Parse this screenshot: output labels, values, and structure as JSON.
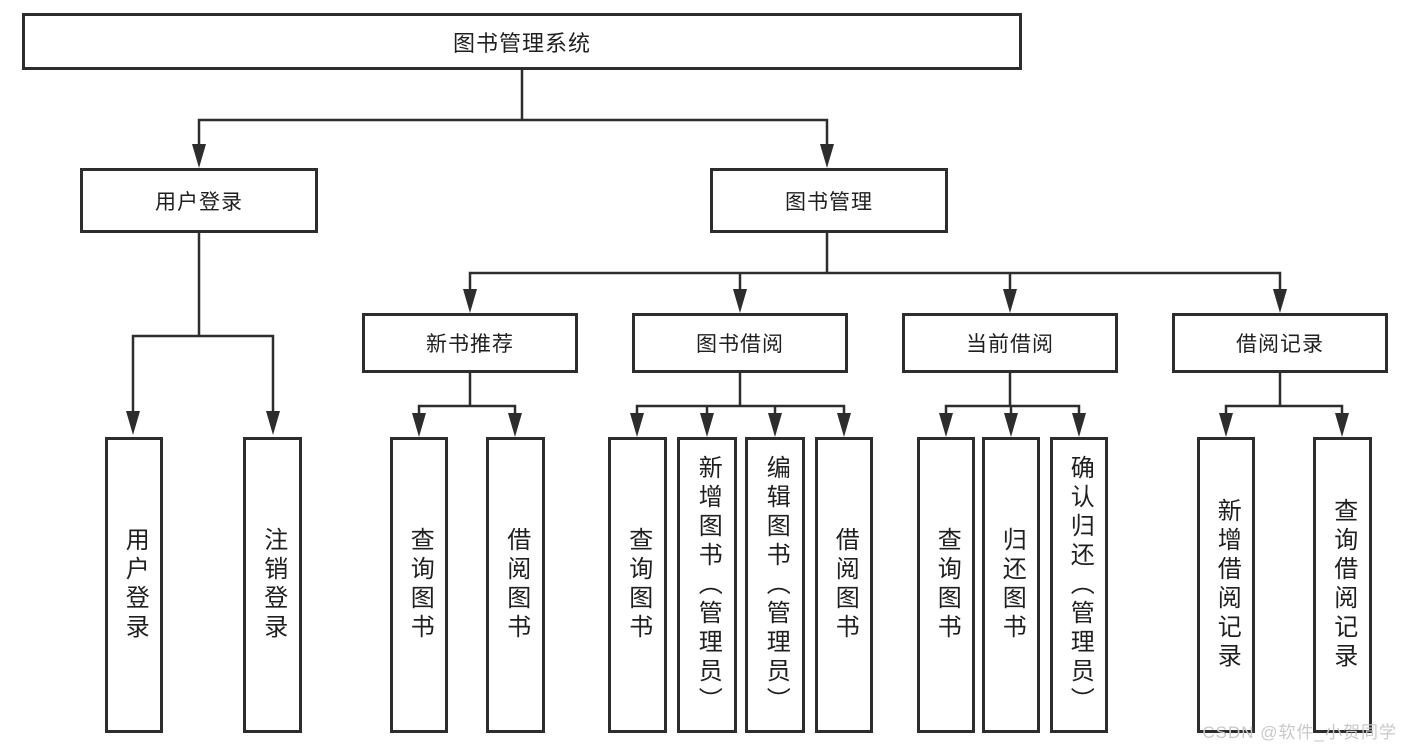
{
  "diagram": {
    "root": {
      "label": "图书管理系统"
    },
    "level2": [
      {
        "label": "用户登录"
      },
      {
        "label": "图书管理"
      }
    ],
    "user_login_children": [
      {
        "label": "用户登录"
      },
      {
        "label": "注销登录"
      }
    ],
    "book_management_groups": [
      {
        "label": "新书推荐",
        "children": [
          {
            "label": "查询图书"
          },
          {
            "label": "借阅图书"
          }
        ]
      },
      {
        "label": "图书借阅",
        "children": [
          {
            "label": "查询图书"
          },
          {
            "label": "新增图书（管理员）"
          },
          {
            "label": "编辑图书（管理员）"
          },
          {
            "label": "借阅图书"
          }
        ]
      },
      {
        "label": "当前借阅",
        "children": [
          {
            "label": "查询图书"
          },
          {
            "label": "归还图书"
          },
          {
            "label": "确认归还（管理员）"
          }
        ]
      },
      {
        "label": "借阅记录",
        "children": [
          {
            "label": "新增借阅记录"
          },
          {
            "label": "查询借阅记录"
          }
        ]
      }
    ]
  },
  "watermark": {
    "text": "CSDN @软件_小贺同学"
  },
  "colors": {
    "line": "#2d2d2d",
    "text": "#1f1f1f",
    "watermark": "#c8c8c8",
    "background": "#ffffff"
  }
}
